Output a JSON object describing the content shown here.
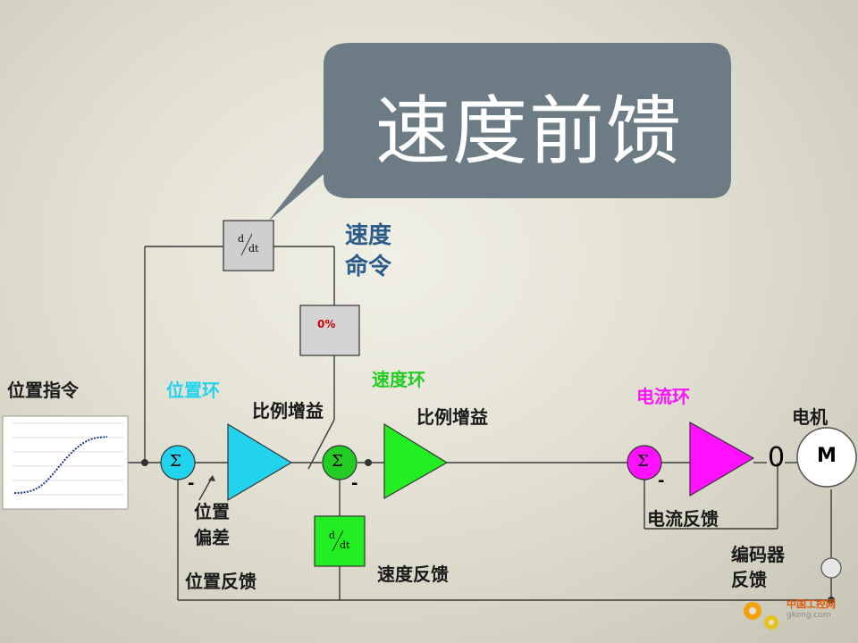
{
  "callout": {
    "text": "速度前馈",
    "fill": "#6d7b85"
  },
  "labels": {
    "position_command": "位置指令",
    "position_loop": "位置环",
    "p_gain_1": "比例增益",
    "velocity_loop": "速度环",
    "p_gain_2": "比例增益",
    "current_loop": "电流环",
    "velocity_cmd_line1": "速度",
    "velocity_cmd_line2": "命令",
    "motor": "电机",
    "position_error_line1": "位置",
    "position_error_line2": "偏差",
    "position_feedback": "位置反馈",
    "velocity_feedback": "速度反馈",
    "current_feedback": "电流反馈",
    "encoder_feedback_line1": "编码器",
    "encoder_feedback_line2": "反馈"
  },
  "blocks": {
    "derivative_top": {
      "num": "d",
      "den": "dt"
    },
    "derivative_bottom": {
      "num": "d",
      "den": "dt"
    },
    "feedforward_gain": "0%",
    "sum_symbol": "Σ",
    "minus_sign": "-",
    "motor_symbol": "M",
    "zero_mark": "0"
  },
  "colors": {
    "position_loop": "#22d3ee",
    "velocity_loop": "#22cc22",
    "current_loop": "#ff10ff",
    "velocity_cmd": "#2b5c8a",
    "gain_value": "#cc0000"
  },
  "watermark": {
    "line1": "中国工控网",
    "line2": "gkong.com"
  }
}
